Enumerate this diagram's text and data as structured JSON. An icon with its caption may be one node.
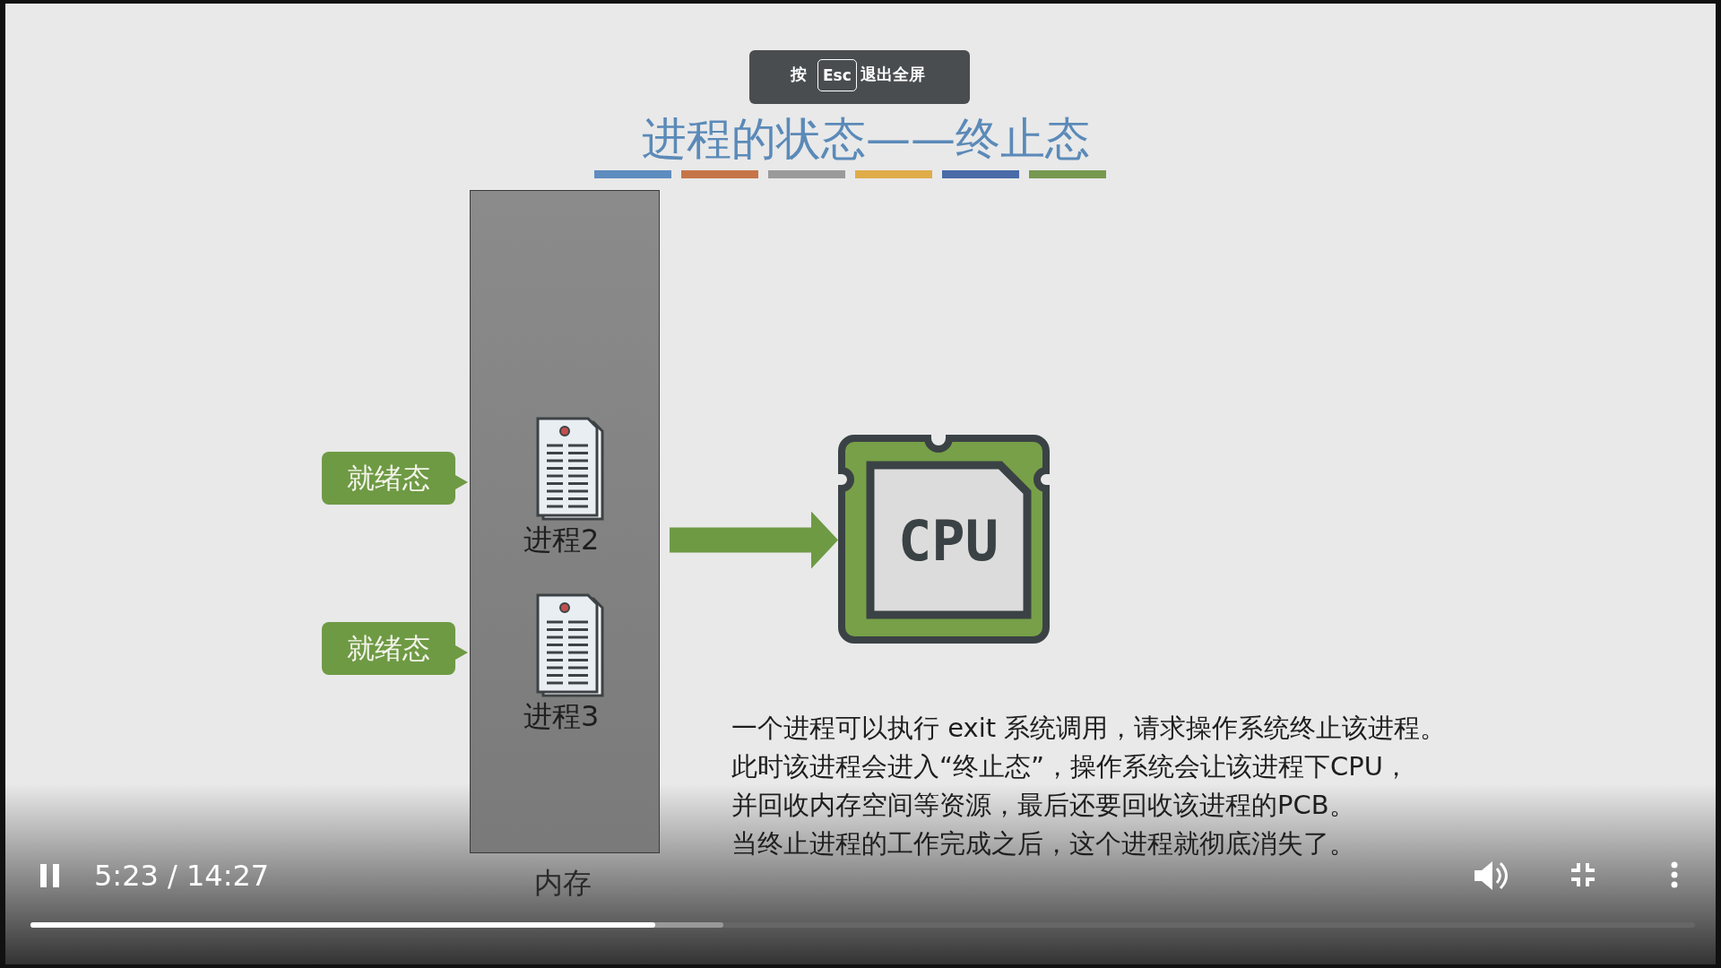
{
  "diagram": {
    "title": "进程的状态——终止态",
    "nodes": [
      {
        "text": [
          "内存"
        ]
      },
      {
        "text": [
          "进程2"
        ],
        "in": 0
      },
      {
        "text": [
          "进程3"
        ],
        "in": 0
      },
      {
        "text": [
          "就绪态"
        ]
      },
      {
        "text": [
          "就绪态"
        ]
      },
      {
        "text": [
          "CPU"
        ]
      }
    ],
    "edges": [
      {
        "from": 1,
        "to": 5,
        "arrow": "to"
      }
    ],
    "labels": [
      "按",
      "Esc",
      "退出全屏",
      "一个进程可以执行 exit 系统调用，请求操作系统终止该进程。",
      "此时该进程会进入“终止态”，操作系统会让该进程下CPU，",
      "并回收内存空间等资源，最后还要回收该进程的PCB。",
      "当终止进程的工作完成之后，这个进程就彻底消失了。",
      "5:23 / 14:27"
    ]
  }
}
